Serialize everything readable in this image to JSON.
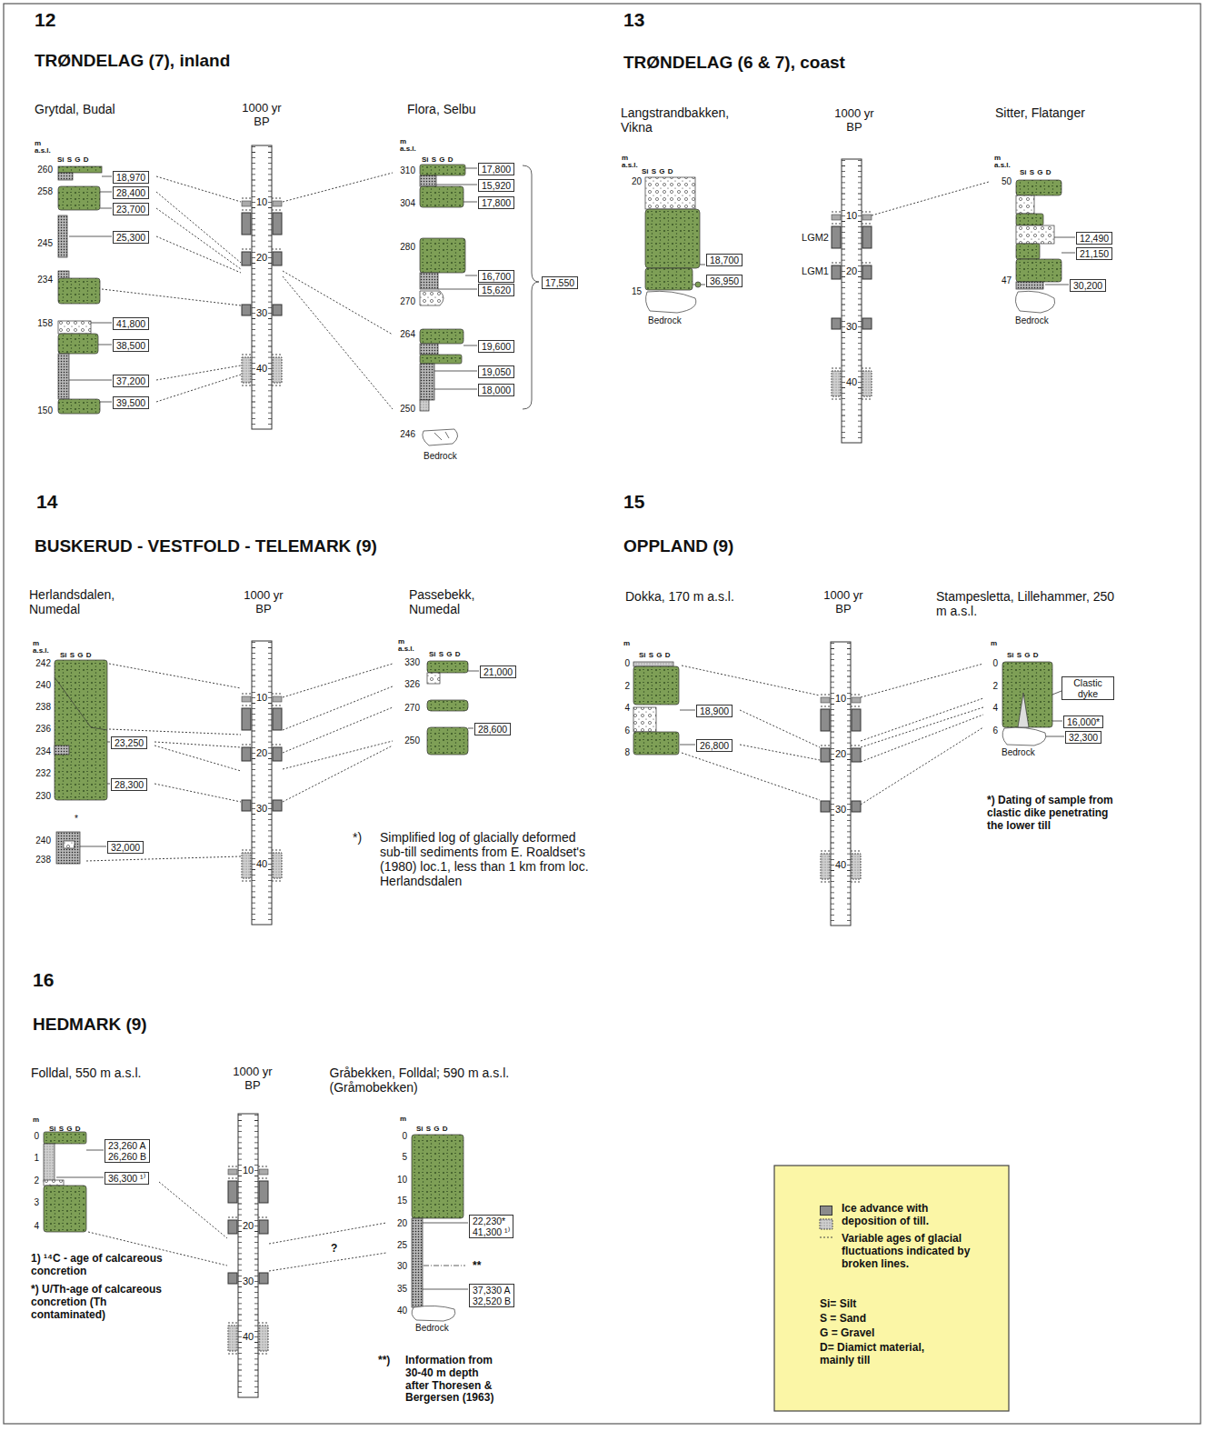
{
  "diagram": {
    "nodes": [
      {
        "text": [
          "18,970"
        ]
      },
      {
        "text": [
          "28,400"
        ]
      },
      {
        "text": [
          "23,700"
        ]
      },
      {
        "text": [
          "25,300"
        ]
      },
      {
        "text": [
          "41,800"
        ]
      },
      {
        "text": [
          "38,500"
        ]
      },
      {
        "text": [
          "37,200"
        ]
      },
      {
        "text": [
          "39,500"
        ]
      },
      {
        "text": [
          "17,800"
        ]
      },
      {
        "text": [
          "15,920"
        ]
      },
      {
        "text": [
          "17,800"
        ]
      },
      {
        "text": [
          "16,700"
        ]
      },
      {
        "text": [
          "15,620"
        ]
      },
      {
        "text": [
          "19,600"
        ]
      },
      {
        "text": [
          "19,050"
        ]
      },
      {
        "text": [
          "18,000"
        ]
      },
      {
        "text": [
          "17,550"
        ]
      },
      {
        "text": [
          "18,700"
        ]
      },
      {
        "text": [
          "36,950"
        ]
      },
      {
        "text": [
          "12,490"
        ]
      },
      {
        "text": [
          "21,150"
        ]
      },
      {
        "text": [
          "30,200"
        ]
      },
      {
        "text": [
          "23,250"
        ]
      },
      {
        "text": [
          "28,300"
        ]
      },
      {
        "text": [
          "32,000"
        ]
      },
      {
        "text": [
          "21,000"
        ]
      },
      {
        "text": [
          "28,600"
        ]
      },
      {
        "text": [
          "18,900"
        ]
      },
      {
        "text": [
          "26,800"
        ]
      },
      {
        "text": [
          "Clastic dyke"
        ]
      },
      {
        "text": [
          "16,000*"
        ]
      },
      {
        "text": [
          "32,300"
        ]
      },
      {
        "text": [
          "23,260 A",
          "26,260 B"
        ]
      },
      {
        "text": [
          "36,300 ¹⁾"
        ]
      },
      {
        "text": [
          "22,230*",
          "41,300 ¹⁾"
        ]
      },
      {
        "text": [
          "37,330 A",
          "32,520 B"
        ]
      }
    ],
    "labels": [
      "12",
      "TRØNDELAG (7), inland",
      "Grytdal, Budal",
      "1000 yr BP",
      "Flora, Selbu",
      "m a.s.l.",
      "Si S G D",
      "260",
      "258",
      "245",
      "234",
      "158",
      "150",
      "10",
      "20",
      "30",
      "40",
      "m a.s.l.",
      "Si S G D",
      "310",
      "304",
      "280",
      "270",
      "264",
      "250",
      "246",
      "Bedrock",
      "13",
      "TRØNDELAG (6 & 7), coast",
      "Langstrandbakken, Vikna",
      "1000 yr BP",
      "Sitter, Flatanger",
      "m a.s.l.",
      "Si S G D",
      "20",
      "15",
      "Bedrock",
      "10",
      "20",
      "30",
      "40",
      "LGM2",
      "LGM1",
      "m a.s.l.",
      "Si S G D",
      "50",
      "47",
      "Bedrock",
      "14",
      "BUSKERUD - VESTFOLD - TELEMARK (9)",
      "Herlandsdalen, Numedal",
      "1000 yr BP",
      "Passebekk, Numedal",
      "m a.s.l.",
      "Si S G D",
      "242",
      "240",
      "238",
      "236",
      "234",
      "232",
      "230",
      "*",
      "240",
      "238",
      "10",
      "20",
      "30",
      "40",
      "m a.s.l.",
      "Si S G D",
      "330",
      "326",
      "270",
      "250",
      "*)",
      "Simplified log of glacially deformed sub-till sediments from E. Roaldset's (1980) loc.1, less than 1 km from loc. Herlandsdalen",
      "15",
      "OPPLAND (9)",
      "Dokka, 170 m a.s.l.",
      "1000 yr BP",
      "Stampesletta, Lillehammer, 250 m a.s.l.",
      "m",
      "Si S G D",
      "0",
      "2",
      "4",
      "6",
      "8",
      "10",
      "20",
      "30",
      "40",
      "m",
      "Si S G D",
      "0",
      "2",
      "4",
      "6",
      "Bedrock",
      "*) Dating of sample from clastic dike penetrating the lower till",
      "16",
      "HEDMARK (9)",
      "Folldal, 550 m a.s.l.",
      "1000 yr BP",
      "Gråbekken, Folldal; 590 m a.s.l. (Gråmobekken)",
      "m",
      "Si S G D",
      "0",
      "1",
      "2",
      "3",
      "4",
      "1) ¹⁴C - age of calcareous concretion",
      "*) U/Th-age of calcareous concretion (Th contaminated)",
      "10",
      "20",
      "30",
      "40",
      "?",
      "m",
      "Si S G D",
      "0",
      "5",
      "10",
      "15",
      "20",
      "25",
      "30",
      "35",
      "40",
      "**",
      "Bedrock",
      "**)",
      "Information from 30-40 m depth after Thoresen & Bergersen (1963)",
      "Si= Silt",
      "S = Sand",
      "G = Gravel",
      "D= Diamict material, mainly till"
    ],
    "legend": [
      {
        "text": "Ice advance with deposition of till.",
        "color": "#8c8c8c"
      },
      {
        "text": "Variable ages of glacial fluctuations indicated by broken lines."
      }
    ]
  }
}
